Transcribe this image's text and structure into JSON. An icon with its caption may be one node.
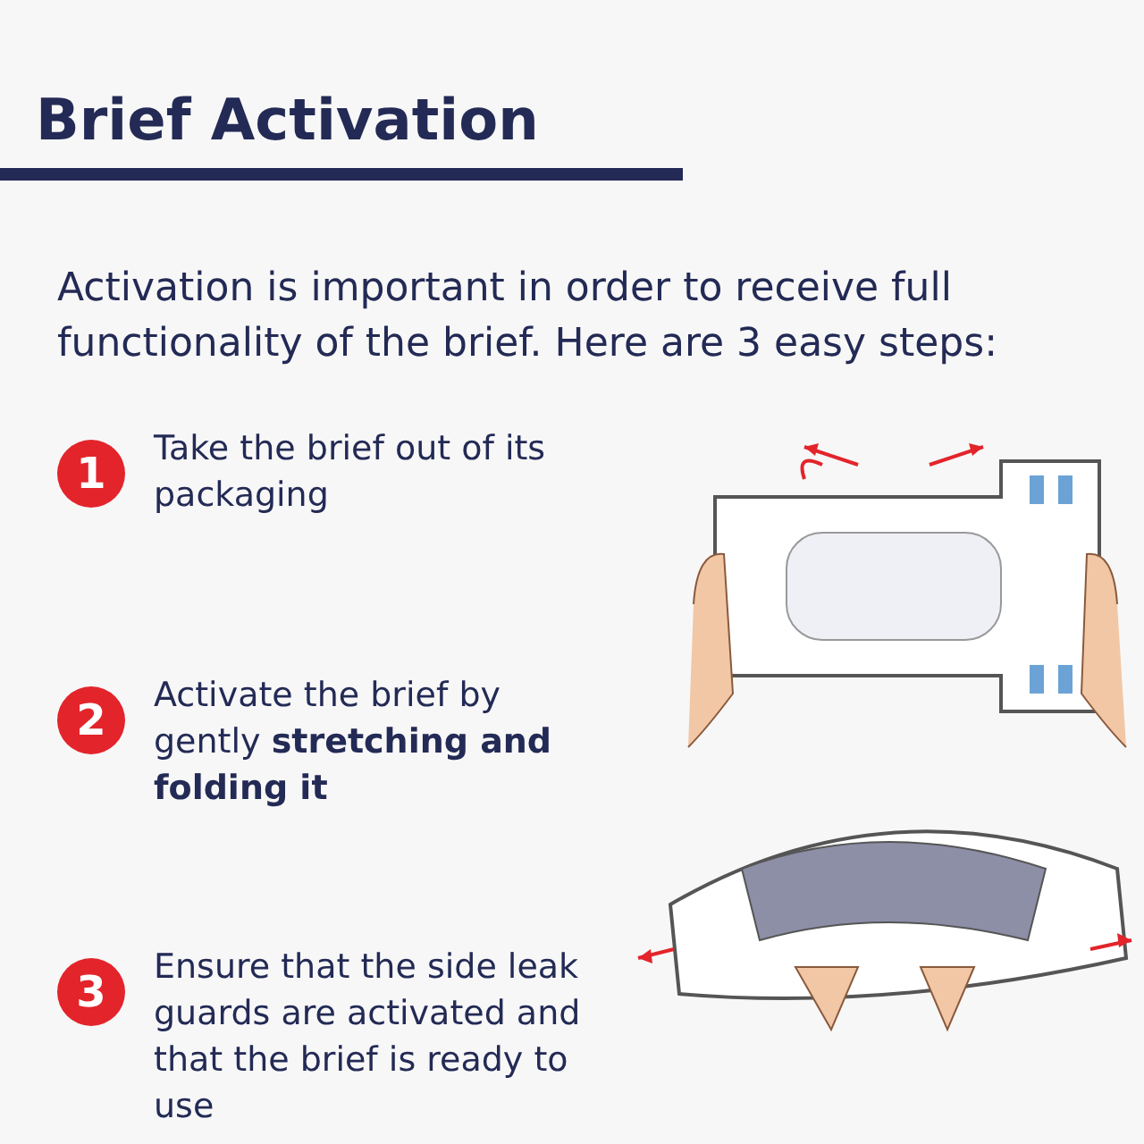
{
  "diagram": {
    "title": "Brief Activation",
    "nodes": [
      {
        "text": [
          "1"
        ],
        "beside": [
          "Take the brief out of its packaging"
        ]
      },
      {
        "text": [
          "2"
        ],
        "beside": [
          "Activate the brief by gently **stretching and folding it**"
        ]
      },
      {
        "text": [
          "3"
        ],
        "beside": [
          "Ensure that the side leak guards are activated and that the brief is ready to use"
        ]
      }
    ],
    "labels": [
      "Activation is important in order to receive full functionality of the brief. Here are 3 easy steps:"
    ]
  }
}
